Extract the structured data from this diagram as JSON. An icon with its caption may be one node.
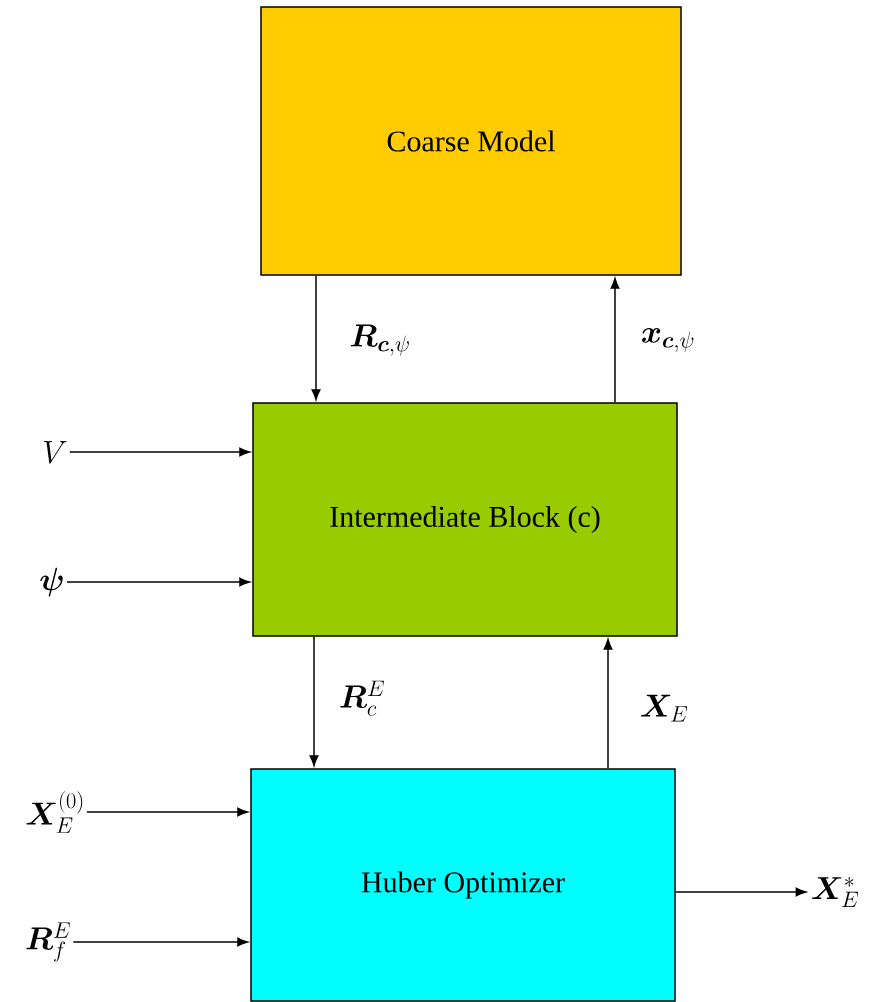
{
  "diagram": {
    "nodes": [
      {
        "text": [
          "Coarse Model"
        ]
      },
      {
        "text": [
          "Intermediate Block (c)"
        ]
      },
      {
        "text": [
          "Huber Optimizer"
        ]
      },
      {
        "text": [
          "V"
        ]
      },
      {
        "text": [
          "\\bm{\\psi}"
        ]
      },
      {
        "text": [
          "\\bm{X}_{E}^{(0)}"
        ]
      },
      {
        "text": [
          "\\bm{R}_{f}^{E}"
        ]
      },
      {
        "text": [
          "\\bm{X}_{E}^{*}"
        ]
      }
    ],
    "edges": [
      {
        "from": 0,
        "to": 1,
        "arrow": "to",
        "label": "\\bm{R}_{\\bm{c},\\psi}"
      },
      {
        "from": 1,
        "to": 0,
        "arrow": "to",
        "label": "\\bm{x}_{\\bm{c},\\psi}"
      },
      {
        "from": 3,
        "to": 1,
        "arrow": "to"
      },
      {
        "from": 4,
        "to": 1,
        "arrow": "to"
      },
      {
        "from": 1,
        "to": 2,
        "arrow": "to",
        "label": "\\bm{R}_{c}^{E}"
      },
      {
        "from": 2,
        "to": 1,
        "arrow": "to",
        "label": "\\bm{X}_{E}"
      },
      {
        "from": 5,
        "to": 2,
        "arrow": "to"
      },
      {
        "from": 6,
        "to": 2,
        "arrow": "to"
      },
      {
        "from": 2,
        "to": 7,
        "arrow": "to"
      }
    ]
  }
}
